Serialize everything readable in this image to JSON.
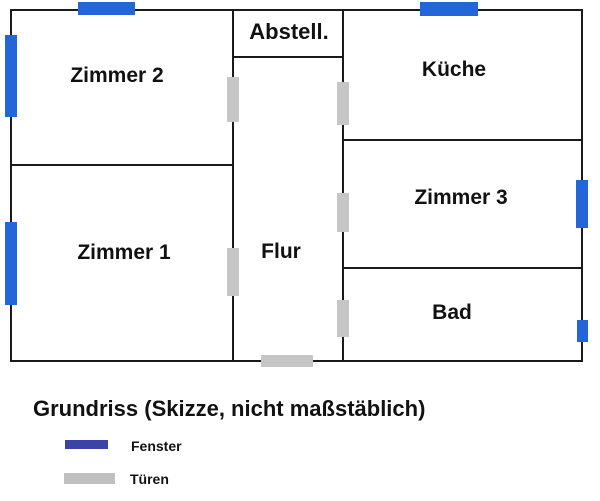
{
  "plan": {
    "rooms": {
      "zimmer2": {
        "label": "Zimmer 2"
      },
      "abstell": {
        "label": "Abstell."
      },
      "kueche": {
        "label": "Küche"
      },
      "zimmer1": {
        "label": "Zimmer 1"
      },
      "flur": {
        "label": "Flur"
      },
      "zimmer3": {
        "label": "Zimmer 3"
      },
      "bad": {
        "label": "Bad"
      }
    },
    "markers": {
      "window_count": 6,
      "door_count": 6
    }
  },
  "legend": {
    "title": "Grundriss (Skizze, nicht maßstäblich)",
    "items": [
      {
        "name": "window-marker",
        "label": "Fenster"
      },
      {
        "name": "door-marker",
        "label": "Türen"
      }
    ]
  },
  "colors": {
    "wall": "#1a1a1a",
    "window": "#2366d9",
    "door": "#c6c6c6",
    "legend_window": "#3b43a9",
    "legend_door": "#c0c0c0",
    "text": "#111111"
  }
}
